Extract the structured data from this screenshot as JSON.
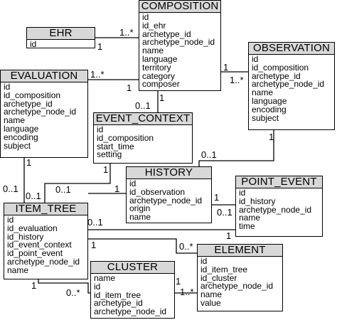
{
  "entities": {
    "composition": {
      "name": "COMPOSITION",
      "attributes": [
        "id",
        "id_ehr",
        "archetype_id",
        "archetype_node_id",
        "name",
        "language",
        "territory",
        "category",
        "composer"
      ]
    },
    "ehr": {
      "name": "EHR",
      "attributes": [
        "id"
      ]
    },
    "observation": {
      "name": "OBSERVATION",
      "attributes": [
        "id",
        "id_composition",
        "archetype_id",
        "archetype_node_id",
        "name",
        "language",
        "encoding",
        "subject"
      ]
    },
    "evaluation": {
      "name": "EVALUATION",
      "attributes": [
        "id",
        "id_composition",
        "archetype_id",
        "archetype_node_id",
        "name",
        "language",
        "encoding",
        "subject"
      ]
    },
    "event_context": {
      "name": "EVENT_CONTEXT",
      "attributes": [
        "id",
        "id_composition",
        "start_time",
        "setting"
      ]
    },
    "history": {
      "name": "HISTORY",
      "attributes": [
        "id",
        "id_observation",
        "archetype_node_id",
        "origin",
        "name"
      ]
    },
    "point_event": {
      "name": "POINT_EVENT",
      "attributes": [
        "id",
        "id_history",
        "archetype_node_id",
        "name",
        "time"
      ]
    },
    "item_tree": {
      "name": "ITEM_TREE",
      "attributes": [
        "id",
        "id_evaluation",
        "id_history",
        "id_event_context",
        "id_point_event",
        "archetype_node_id",
        "name"
      ]
    },
    "cluster": {
      "name": "CLUSTER",
      "attributes": [
        "name",
        "id",
        "id_item_tree",
        "archetype_id",
        "archetype_node_id"
      ]
    },
    "element": {
      "name": "ELEMENT",
      "attributes": [
        "id",
        "id_item_tree",
        "id_cluster",
        "archetype_node_id",
        "name",
        "value"
      ]
    }
  },
  "multiplicities": {
    "ehr_comp_many": "1..*",
    "ehr_comp_one": "1",
    "comp_obs_one": "1",
    "comp_obs_many": "1..*",
    "eval_comp_many": "1..*",
    "eval_comp_one": "1",
    "ctx_comp_zero": "0..1",
    "ctx_comp_one": "1",
    "obs_hist_zero": "0..1",
    "obs_hist_one": "1",
    "eval_tree_one": "1",
    "eval_tree_zero": "0..1",
    "ctx_tree_one": "1",
    "ctx_tree_zero": "0..1",
    "hist_tree_zero": "0..1",
    "hist_tree_one": "1",
    "hist_pe_one": "1",
    "hist_pe_zero": "0..1",
    "pe_tree_zero": "0..1",
    "pe_tree_one": "1",
    "tree_el_one": "1",
    "tree_el_many": "0..*",
    "tree_cl_one": "1",
    "tree_cl_many": "0..*",
    "cl_el_one": "1",
    "cl_el_many": "1..*"
  }
}
